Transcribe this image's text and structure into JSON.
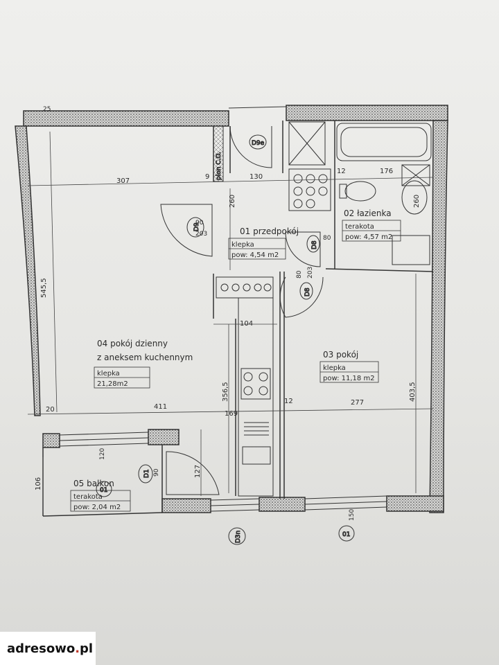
{
  "rooms": {
    "living": {
      "name_line1": "04 pokój dzienny",
      "name_line2": "z aneksem kuchennym",
      "floor": "klepka",
      "area": "21,28m2"
    },
    "hall": {
      "name": "01 przedpokój",
      "floor": "klepka",
      "area": "pow: 4,54 m2"
    },
    "bath": {
      "name": "02 łazienka",
      "floor": "terakota",
      "area": "pow: 4,57 m2"
    },
    "room": {
      "name": "03 pokój",
      "floor": "klepka",
      "area": "pow: 11,18 m2"
    },
    "balcony": {
      "name": "05 balkon",
      "floor": "terakota",
      "area": "pow: 2,04 m2"
    }
  },
  "dimensions": {
    "d307": "307",
    "d130": "130",
    "d12a": "12",
    "d176": "176",
    "d9a": "9",
    "d5455": "545,5",
    "d260a": "260",
    "d260b": "260",
    "d90": "90",
    "d203a": "203",
    "d80a": "80",
    "d203b": "203",
    "d80b": "80",
    "d104": "104",
    "d3565": "356,5",
    "d4035": "403,5",
    "d20": "20",
    "d411": "411",
    "d12b": "12",
    "d277": "277",
    "d169": "169",
    "d127": "127",
    "d106": "106",
    "d90b": "90",
    "d120": "120",
    "d150": "150",
    "d25": "25"
  },
  "annotations": {
    "riser": "pion C.O.",
    "d9": "D9",
    "d9e": "D9e",
    "d8a": "D8",
    "d8b": "D8",
    "d1": "D1",
    "w01a": "01",
    "w01b": "01",
    "d3n": "D3n"
  },
  "watermark": {
    "brand": "adresowo",
    "dot": ".",
    "tld": "pl"
  }
}
